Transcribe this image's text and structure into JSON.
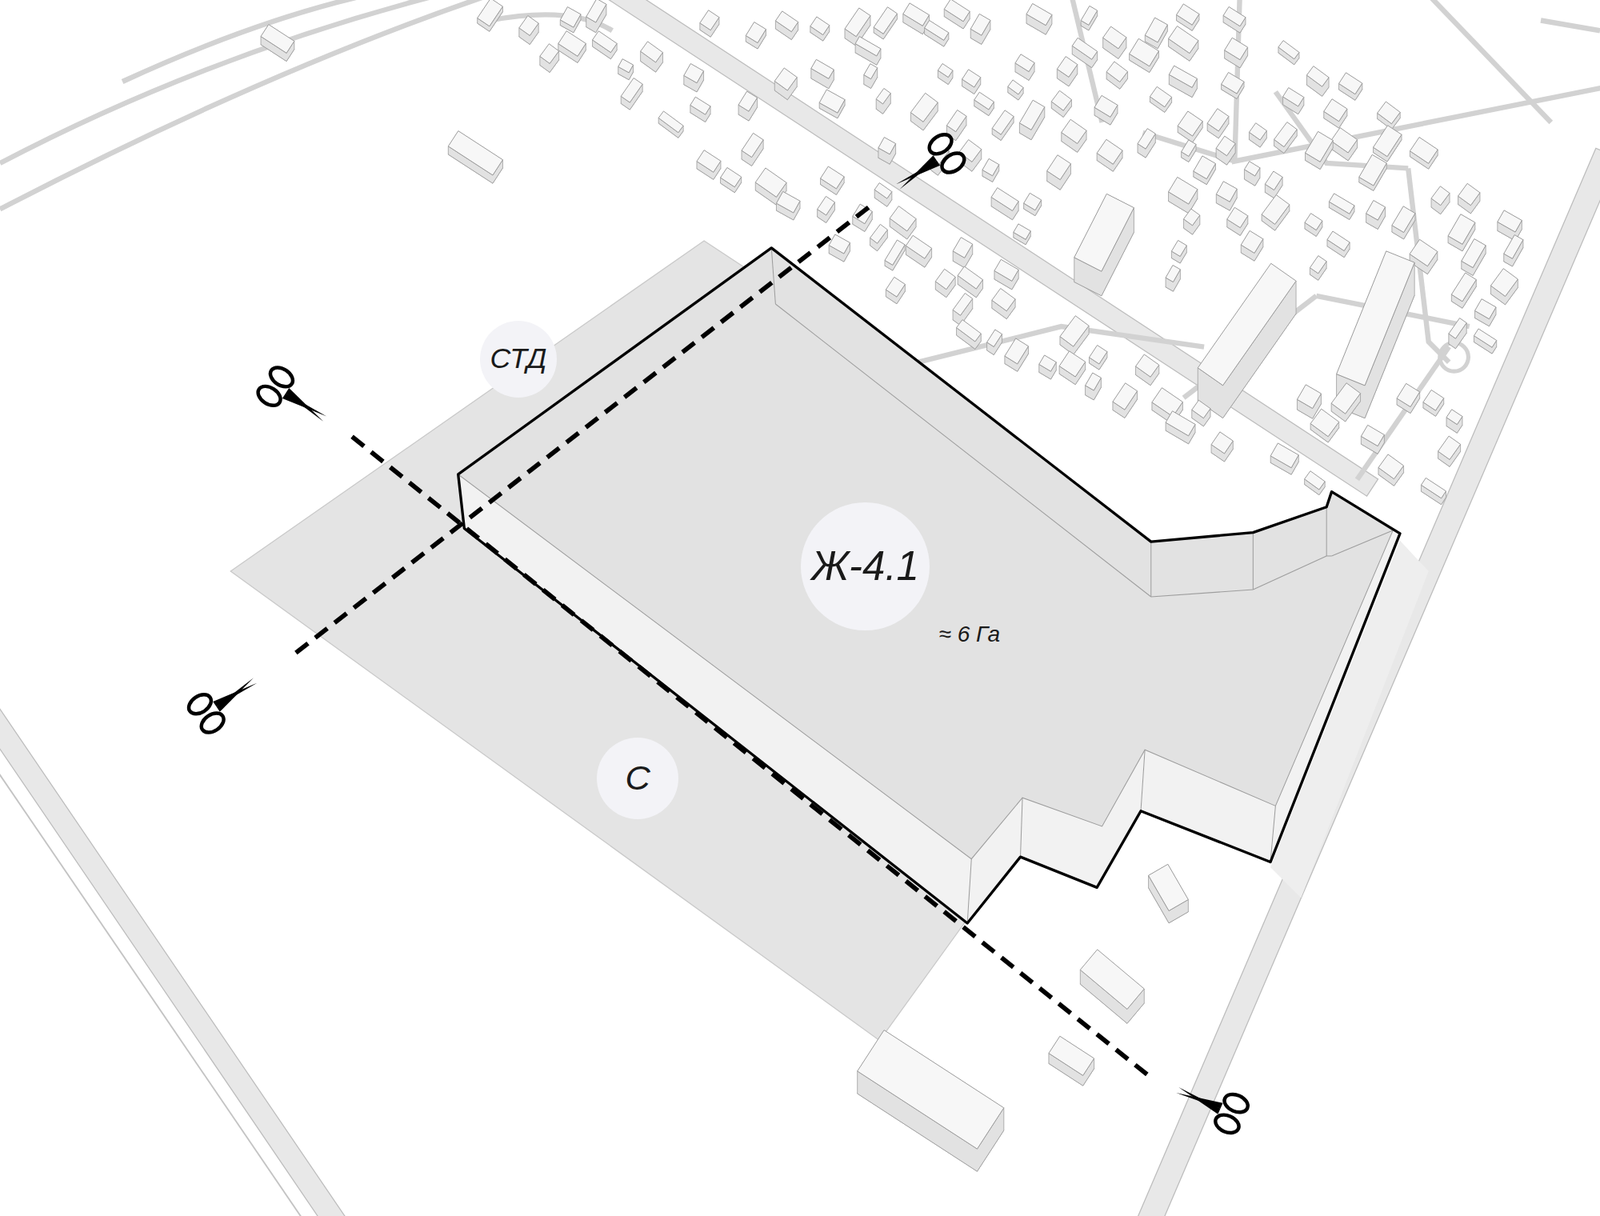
{
  "diagram": {
    "nodes": [
      {
        "text": [
          "СТД"
        ]
      },
      {
        "text": [
          "Ж-4.1"
        ]
      },
      {
        "text": [
          "С"
        ]
      }
    ],
    "labels": [
      "≈ 6 Га"
    ]
  }
}
